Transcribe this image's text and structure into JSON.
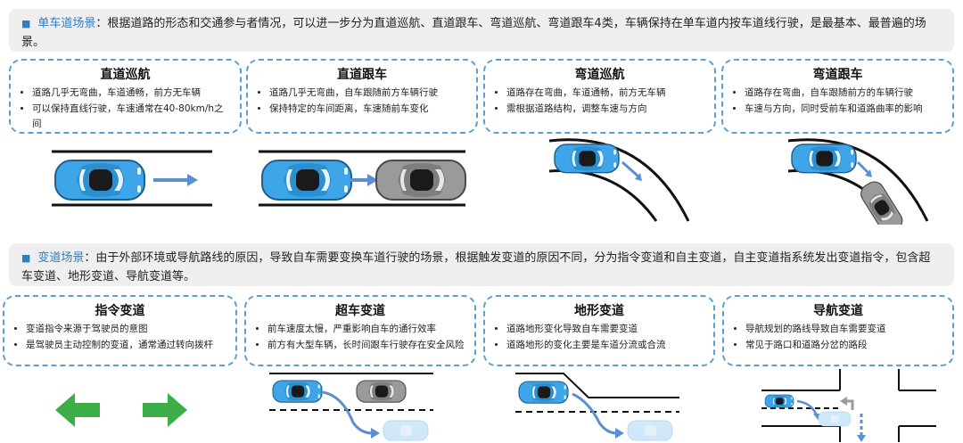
{
  "section1": {
    "key": "单车道场景",
    "desc": "：根据道路的形态和交通参与者情况，可以进一步分为直道巡航、直道跟车、弯道巡航、弯道跟车4类，车辆保持在单车道内按车道线行驶，是最基本、最普遍的场景。",
    "cards": [
      {
        "title": "直道巡航",
        "bullets": [
          "道路几乎无弯曲，车道通畅，前方无车辆",
          "可以保持直线行驶，车速通常在40-80km/h之间"
        ]
      },
      {
        "title": "直道跟车",
        "bullets": [
          "道路几乎无弯曲，自车跟随前方车辆行驶",
          "保持特定的车间距离，车速随前车变化"
        ]
      },
      {
        "title": "弯道巡航",
        "bullets": [
          "道路存在弯曲，车道通畅，前方无车辆",
          "需根据道路结构，调整车速与方向"
        ]
      },
      {
        "title": "弯道跟车",
        "bullets": [
          "道路存在弯曲，自车跟随前方的车辆行驶",
          "车速与方向，同时受前车和道路曲率的影响"
        ]
      }
    ]
  },
  "section2": {
    "key": "变道场景",
    "desc": "：由于外部环境或导航路线的原因，导致自车需要变换车道行驶的场景，根据触发变道的原因不同，分为指令变道和自主变道，自主变道指系统发出变道指令，包含超车变道、地形变道、导航变道等。",
    "cards": [
      {
        "title": "指令变道",
        "bullets": [
          "变道指令来源于驾驶员的意图",
          "是驾驶员主动控制的变道，通常通过转向拨杆"
        ]
      },
      {
        "title": "超车变道",
        "bullets": [
          "前车速度太慢，严重影响自车的通行效率",
          "前方有大型车辆，长时间跟车行驶存在安全风险"
        ]
      },
      {
        "title": "地形变道",
        "bullets": [
          "道路地形变化导致自车需要变道",
          "道路地形的变化主要是车道分流或合流"
        ]
      },
      {
        "title": "导航变道",
        "bullets": [
          "导航规划的路线导致自车需要变道",
          "常见于路口和道路分岔的路段"
        ]
      }
    ]
  },
  "colors": {
    "accent": "#2e7fc2",
    "card_border": "#5ba0cf",
    "ego_car": "#3ea6e8",
    "lead_car": "#8a8a8a",
    "arrow_green": "#3cae48",
    "arrow_blue": "#5b8fd0"
  },
  "icons": [
    "ego-car-icon",
    "lead-car-icon",
    "direction-arrow-icon",
    "green-left-arrow-icon",
    "green-right-arrow-icon"
  ]
}
